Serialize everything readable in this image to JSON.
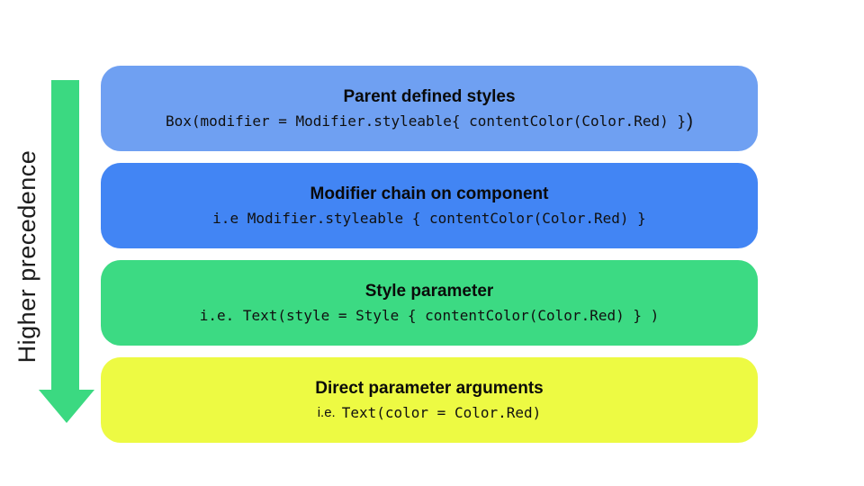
{
  "page": {
    "background": "#ffffff"
  },
  "precedence_axis": {
    "label": "Higher precedence",
    "arrow_color": "#3BD981",
    "label_color": "#1c1c1c",
    "direction": "down"
  },
  "boxes": [
    {
      "title": "Parent defined styles",
      "code_prefix": "",
      "code": "Box(modifier = Modifier.styleable{ contentColor(Color.Red) }",
      "code_suffix": ")",
      "color": "#6FA0F2"
    },
    {
      "title": "Modifier chain on component",
      "code_prefix": "",
      "code": "i.e Modifier.styleable { contentColor(Color.Red) }",
      "code_suffix": "",
      "color": "#4285F4"
    },
    {
      "title": "Style parameter",
      "code_prefix": "",
      "code": "i.e. Text(style = Style { contentColor(Color.Red) } )",
      "code_suffix": "",
      "color": "#3CDA83"
    },
    {
      "title": "Direct parameter arguments",
      "code_prefix": "i.e.",
      "code": "Text(color = Color.Red)",
      "code_suffix": "",
      "color": "#EDFA43"
    }
  ]
}
